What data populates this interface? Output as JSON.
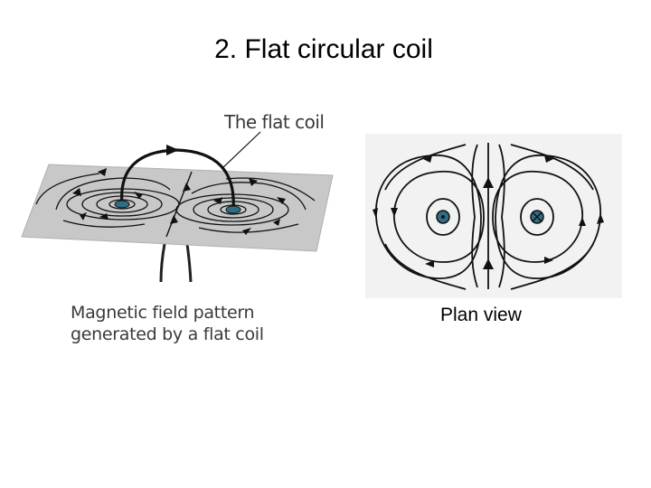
{
  "slide": {
    "title": "2. Flat circular coil"
  },
  "perspective_diagram": {
    "coil_label": "The flat coil",
    "caption_line1": "Magnetic field pattern",
    "caption_line2": "generated by a flat coil"
  },
  "plan_diagram": {
    "label": "Plan view",
    "left_current": "out of page (dot)",
    "right_current": "into page (cross)"
  },
  "colors": {
    "board_fill": "#c8c8c8",
    "plan_background": "#f2f2f2",
    "wire_marker": "#2e6e86",
    "field_line": "#111111"
  }
}
